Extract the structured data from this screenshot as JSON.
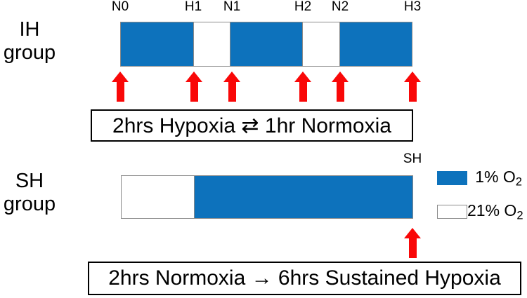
{
  "colors": {
    "blue": "#0D72BC",
    "red": "#F90808",
    "bar-border": "#8A8A8A",
    "ink": "#000000"
  },
  "ih": {
    "group_label": [
      "IH",
      "group"
    ],
    "timepoints": [
      "N0",
      "H1",
      "N1",
      "H2",
      "N2",
      "H3"
    ],
    "segments": [
      {
        "condition": "hypoxia",
        "hours": 2
      },
      {
        "condition": "normoxia",
        "hours": 1
      },
      {
        "condition": "hypoxia",
        "hours": 2
      },
      {
        "condition": "normoxia",
        "hours": 1
      },
      {
        "condition": "hypoxia",
        "hours": 2
      }
    ],
    "caption": "2hrs Hypoxia ⇄ 1hr Normoxia"
  },
  "sh": {
    "group_label": [
      "SH",
      "group"
    ],
    "timepoint": "SH",
    "segments": [
      {
        "condition": "normoxia",
        "hours": 2
      },
      {
        "condition": "hypoxia",
        "hours": 6
      }
    ],
    "caption": "2hrs Normoxia → 6hrs Sustained Hypoxia"
  },
  "legend": {
    "items": [
      {
        "swatch": "hypoxia-blue",
        "text": "1% O",
        "sub": "2"
      },
      {
        "swatch": "normoxia-white",
        "text": "21% O",
        "sub": "2"
      }
    ]
  }
}
